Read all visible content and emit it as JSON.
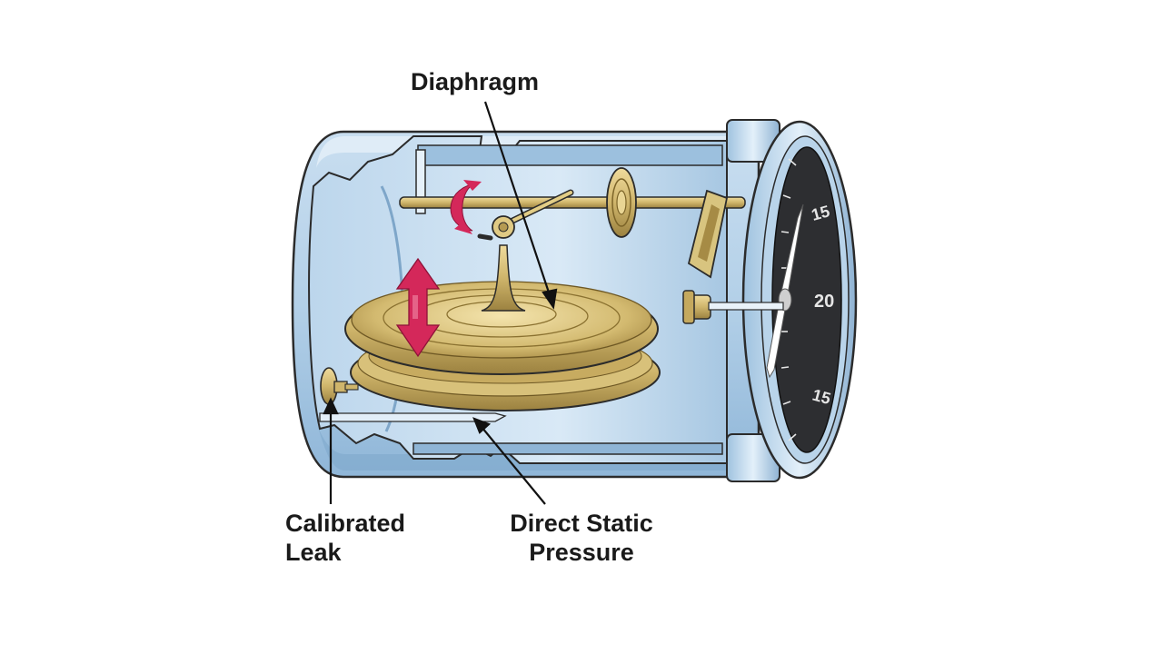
{
  "labels": {
    "diaphragm": "Diaphragm",
    "calibrated_leak": [
      "Calibrated",
      "Leak"
    ],
    "direct_static_pressure": [
      "Direct Static",
      "Pressure"
    ]
  },
  "dial": {
    "numbers": [
      "15",
      "20",
      "15"
    ]
  },
  "colors": {
    "case_blue": "#a9cbe6",
    "case_light": "#d6e8f6",
    "case_outline": "#2b2b2b",
    "brass": "#cfb56b",
    "brass_dark": "#8c7434",
    "dial_face": "#2d2e31",
    "arrow_magenta": "#d4285a"
  }
}
